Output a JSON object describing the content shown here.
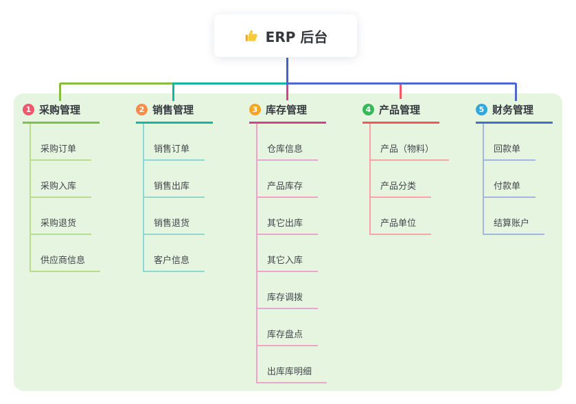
{
  "root": {
    "label": "ERP 后台",
    "icon": "thumbs-up-icon"
  },
  "canvas": {
    "background": "#ffffff",
    "panel_background": "#e5f5e0"
  },
  "connectors": {
    "root_line": "#4c5ed1"
  },
  "branches": [
    {
      "num": "1",
      "title": "采购管理",
      "badge_color": "#f0596b",
      "color": "#84bd44",
      "light_color": "#b9dc8e",
      "children": [
        "采购订单",
        "采购入库",
        "采购退货",
        "供应商信息"
      ]
    },
    {
      "num": "2",
      "title": "销售管理",
      "badge_color": "#f88d4b",
      "color": "#13b5a4",
      "light_color": "#8ed8cf",
      "children": [
        "销售订单",
        "销售出库",
        "销售退货",
        "客户信息"
      ]
    },
    {
      "num": "3",
      "title": "库存管理",
      "badge_color": "#f6a623",
      "color": "#d5418f",
      "light_color": "#eda4cb",
      "children": [
        "仓库信息",
        "产品库存",
        "其它出库",
        "其它入库",
        "库存调拨",
        "库存盘点",
        "出库库明细"
      ]
    },
    {
      "num": "4",
      "title": "产品管理",
      "badge_color": "#35b959",
      "color": "#f25761",
      "light_color": "#f7a3a8",
      "children": [
        "产品（物料）",
        "产品分类",
        "产品单位"
      ]
    },
    {
      "num": "5",
      "title": "财务管理",
      "badge_color": "#31a7dc",
      "color": "#4b68cd",
      "light_color": "#a3b4e4",
      "children": [
        "回款单",
        "付款单",
        "结算账户"
      ]
    }
  ]
}
